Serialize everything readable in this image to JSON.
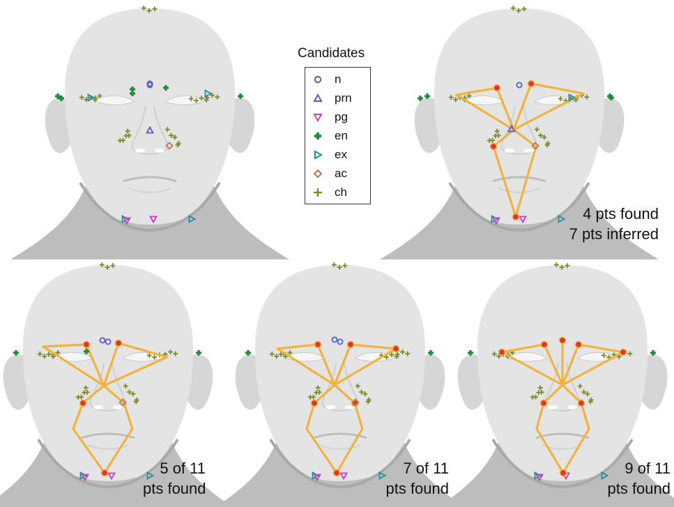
{
  "legend": {
    "title": "Candidates",
    "items": [
      {
        "label": "n",
        "symbol": "circle-icon",
        "color": "#5a5ac8"
      },
      {
        "label": "prn",
        "symbol": "triangle-up-icon",
        "color": "#5a5ac8"
      },
      {
        "label": "pg",
        "symbol": "triangle-down-icon",
        "color": "#c040c0"
      },
      {
        "label": "en",
        "symbol": "plus-bold-icon",
        "color": "#1f8a3c"
      },
      {
        "label": "ex",
        "symbol": "triangle-right-icon",
        "color": "#1f8f9a"
      },
      {
        "label": "ac",
        "symbol": "diamond-icon",
        "color": "#b07a5a"
      },
      {
        "label": "ch",
        "symbol": "plus-icon",
        "color": "#7a8a2a"
      }
    ]
  },
  "panels": [
    {
      "id": "candidates",
      "caption_lines": []
    },
    {
      "id": "four-found",
      "caption_lines": [
        "4 pts found",
        "7 pts inferred"
      ]
    },
    {
      "id": "five-of-eleven",
      "caption_lines": [
        "5 of 11",
        "pts found"
      ]
    },
    {
      "id": "seven-of-eleven",
      "caption_lines": [
        "7 of 11",
        "pts found"
      ]
    },
    {
      "id": "nine-of-eleven",
      "caption_lines": [
        "9 of 11",
        "pts found"
      ]
    }
  ],
  "colors": {
    "face": "#e4e4e4",
    "face_shadow": "#bdbdbd",
    "graph_edge": "#f2b23e",
    "found_point": "#e0342c"
  }
}
